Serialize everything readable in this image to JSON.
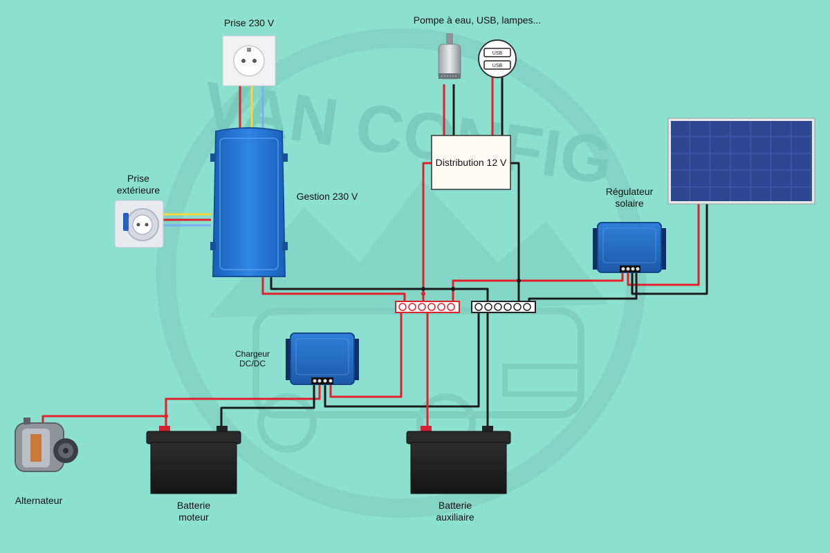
{
  "labels": {
    "prise_230": "Prise 230 V",
    "loads": "Pompe à eau, USB, lampes...",
    "prise_ext_line1": "Prise",
    "prise_ext_line2": "extérieure",
    "gestion_230": "Gestion 230 V",
    "distribution_12": "Distribution 12 V",
    "regulateur_line1": "Régulateur",
    "regulateur_line2": "solaire",
    "chargeur_line1": "Chargeur",
    "chargeur_line2": "DC/DC",
    "alternateur": "Alternateur",
    "batterie_moteur_line1": "Batterie",
    "batterie_moteur_line2": "moteur",
    "batterie_aux_line1": "Batterie",
    "batterie_aux_line2": "auxiliaire",
    "usb_port_1": "USB",
    "usb_port_2": "USB"
  },
  "watermark": "VAN CONFIG",
  "colors": {
    "background": "#8ce0d0",
    "wire_positive": "#e0202a",
    "wire_negative": "#1a1a1a",
    "wire_ac_yellow": "#f5d742",
    "wire_ac_blue": "#7ab0f0",
    "device_blue": "#1f6fd0",
    "battery_body": "#222222"
  },
  "icons": {
    "socket": "french-socket-icon",
    "outdoor_socket": "outdoor-plug-icon",
    "inverter": "inverter-charger-icon",
    "pump": "water-pump-icon",
    "usb": "usb-outlet-icon",
    "distribution": "distribution-box-icon",
    "solar_panel": "solar-panel-icon",
    "regulator": "charge-controller-icon",
    "dc_dc": "dc-dc-charger-icon",
    "busbar_pos": "positive-busbar-icon",
    "busbar_neg": "negative-busbar-icon",
    "alternator": "alternator-icon",
    "battery": "battery-icon"
  }
}
